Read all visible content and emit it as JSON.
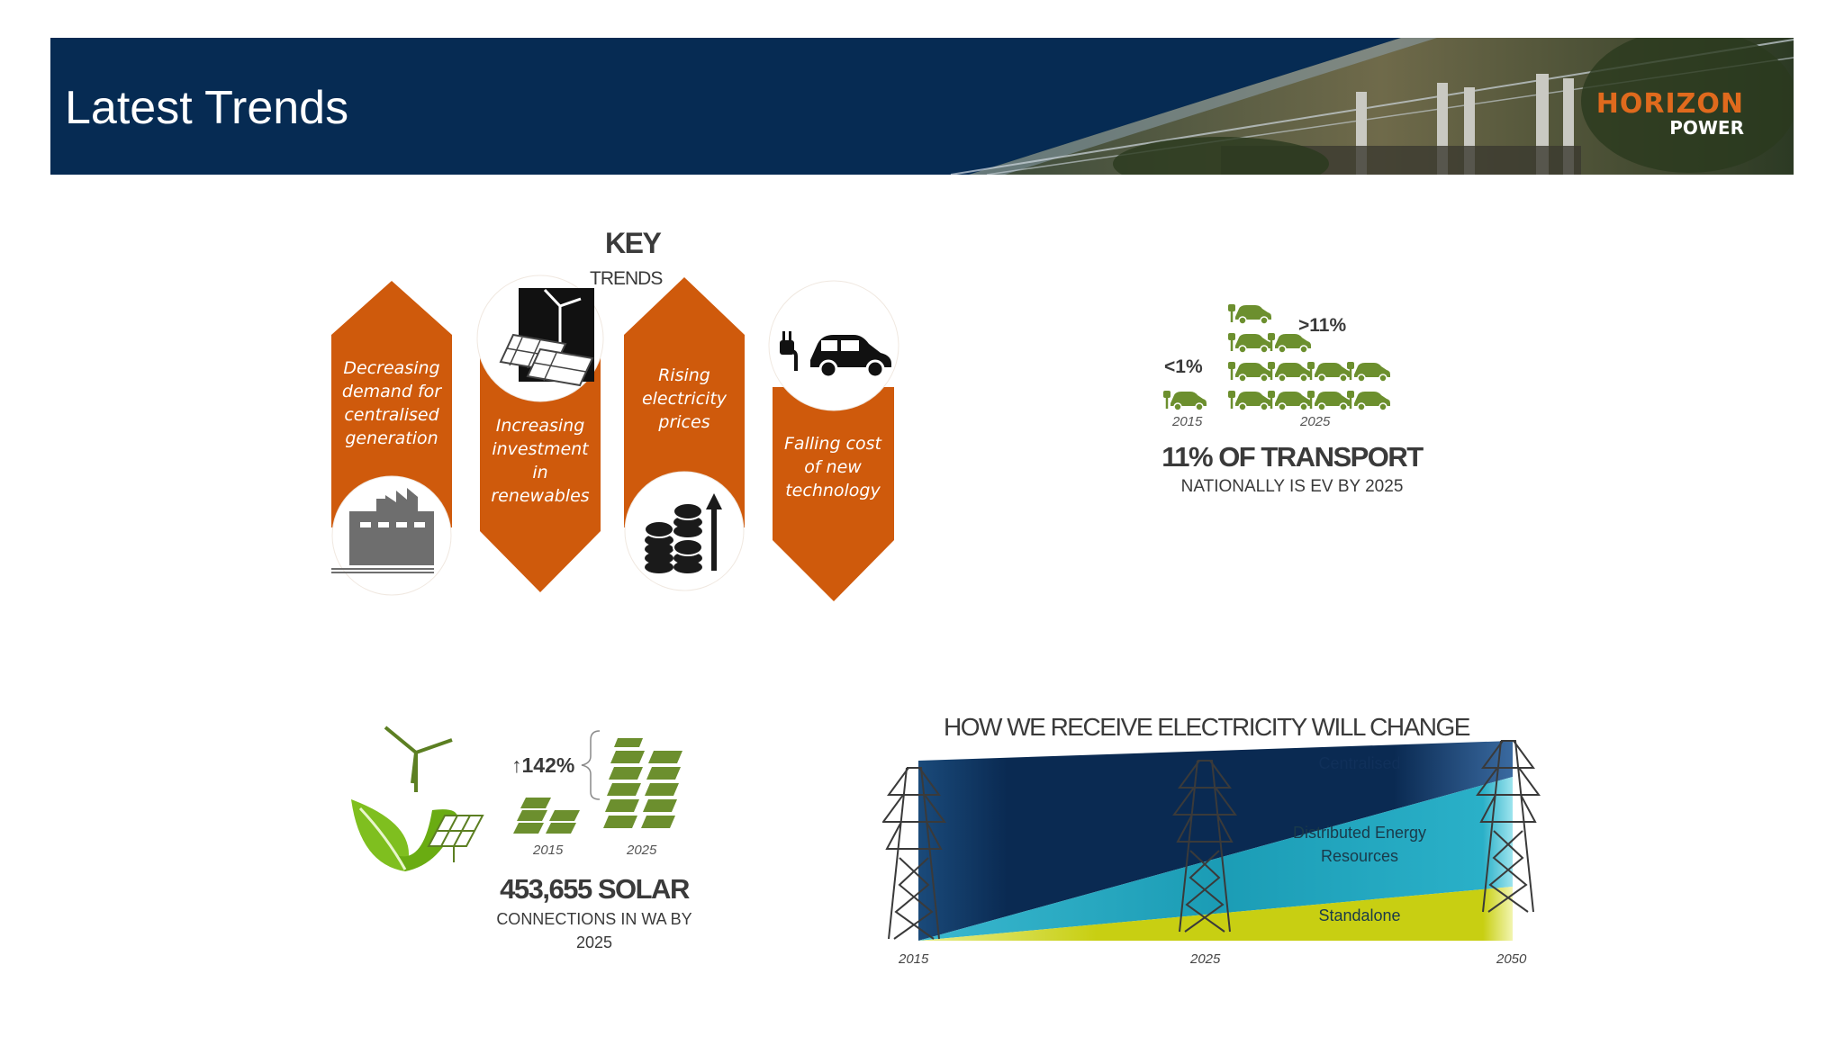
{
  "header": {
    "title": "Latest Trends",
    "logo_top": "HORIZON",
    "logo_bottom": "POWER"
  },
  "key_trends": {
    "title": "KEY",
    "subtitle": "TRENDS",
    "items": [
      {
        "text": "Decreasing demand for centralised generation",
        "icon": "factory-icon"
      },
      {
        "text": "Increasing investment in renewables",
        "icon": "wind-solar-icon"
      },
      {
        "text": "Rising electricity prices",
        "icon": "coins-up-icon"
      },
      {
        "text": "Falling cost of new technology",
        "icon": "electric-car-icon"
      }
    ],
    "color": "#cf5a0c"
  },
  "ev": {
    "label_2015": "<1%",
    "label_2025": ">11%",
    "year_2015": "2015",
    "year_2025": "2025",
    "headline": "11% OF TRANSPORT",
    "sub": "NATIONALLY IS EV BY 2025",
    "icon_color": "#6c8f2e"
  },
  "solar": {
    "growth": "↑142%",
    "year_2015": "2015",
    "year_2025": "2025",
    "headline": "453,655 SOLAR",
    "sub": "CONNECTIONS IN WA BY 2025"
  },
  "electricity_change": {
    "title": "HOW WE RECEIVE ELECTRICITY WILL CHANGE",
    "years": [
      "2015",
      "2025",
      "2050"
    ],
    "bands": {
      "centralised": "Centralised",
      "der": "Distributed Energy Resources",
      "standalone": "Standalone"
    },
    "colors": {
      "centralised": "#0a2a52",
      "der": "#1b9cb5",
      "standalone": "#c8cf12"
    }
  }
}
